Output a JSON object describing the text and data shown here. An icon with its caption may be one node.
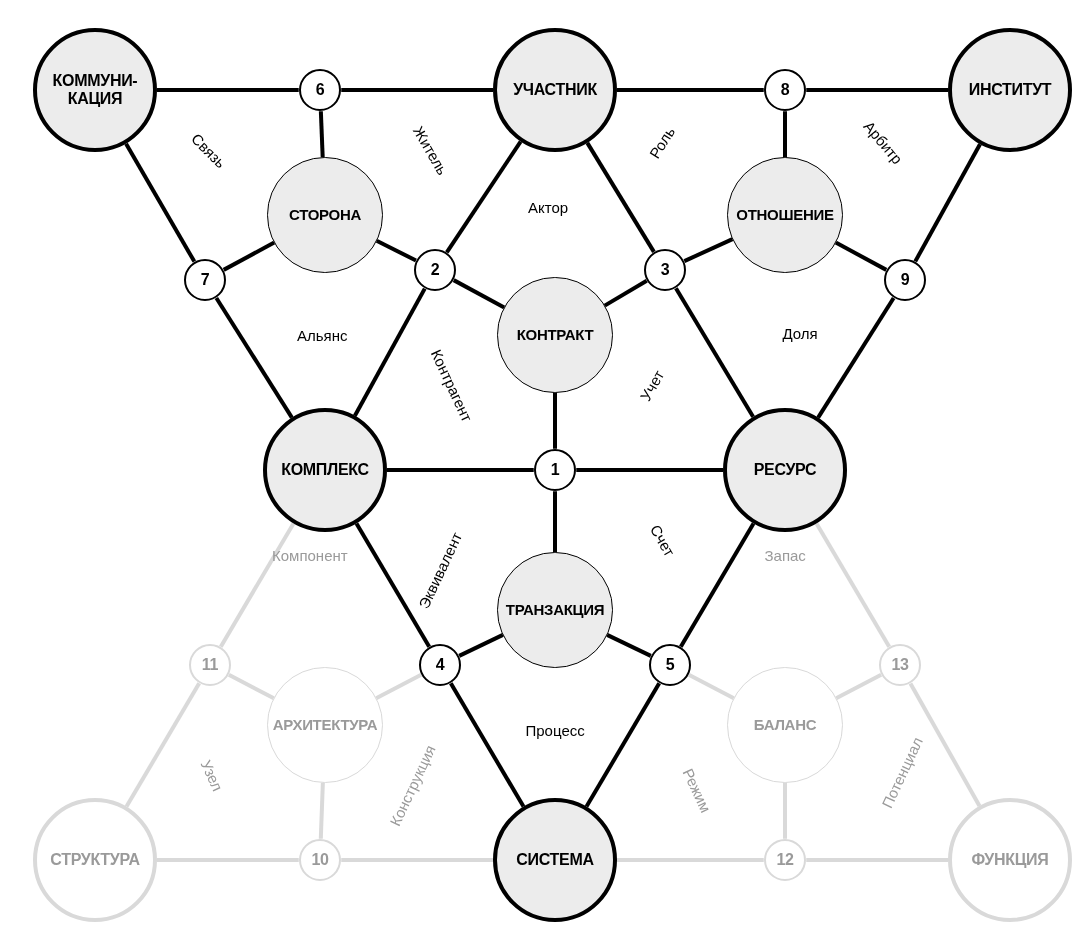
{
  "diagram": {
    "nodes": [
      {
        "text": [
          "КОММУНИ- КАЦИЯ"
        ]
      },
      {
        "text": [
          "6"
        ]
      },
      {
        "text": [
          "УЧАСТНИК"
        ]
      },
      {
        "text": [
          "8"
        ]
      },
      {
        "text": [
          "ИНСТИТУТ"
        ]
      },
      {
        "text": [
          "СТОРОНА"
        ]
      },
      {
        "text": [
          "ОТНОШЕНИЕ"
        ]
      },
      {
        "text": [
          "7"
        ]
      },
      {
        "text": [
          "2"
        ]
      },
      {
        "text": [
          "3"
        ]
      },
      {
        "text": [
          "9"
        ]
      },
      {
        "text": [
          "КОНТРАКТ"
        ]
      },
      {
        "text": [
          "КОМПЛЕКС"
        ]
      },
      {
        "text": [
          "1"
        ]
      },
      {
        "text": [
          "РЕСУРС"
        ]
      },
      {
        "text": [
          "ТРАНЗАКЦИЯ"
        ]
      },
      {
        "text": [
          "11"
        ]
      },
      {
        "text": [
          "4"
        ]
      },
      {
        "text": [
          "5"
        ]
      },
      {
        "text": [
          "13"
        ]
      },
      {
        "text": [
          "АРХИТЕКТУРА"
        ]
      },
      {
        "text": [
          "БАЛАНС"
        ]
      },
      {
        "text": [
          "СТРУКТУРА"
        ]
      },
      {
        "text": [
          "10"
        ]
      },
      {
        "text": [
          "СИСТЕМА"
        ]
      },
      {
        "text": [
          "12"
        ]
      },
      {
        "text": [
          "ФУНКЦИЯ"
        ]
      }
    ],
    "edges": [
      {
        "from": 0,
        "to": 1,
        "arrow": "none"
      },
      {
        "from": 1,
        "to": 2,
        "arrow": "none"
      },
      {
        "from": 2,
        "to": 3,
        "arrow": "none"
      },
      {
        "from": 3,
        "to": 4,
        "arrow": "none"
      },
      {
        "from": 1,
        "to": 5,
        "arrow": "none"
      },
      {
        "from": 3,
        "to": 6,
        "arrow": "none"
      },
      {
        "from": 0,
        "to": 7,
        "arrow": "none"
      },
      {
        "from": 7,
        "to": 12,
        "arrow": "none"
      },
      {
        "from": 7,
        "to": 5,
        "arrow": "none"
      },
      {
        "from": 2,
        "to": 8,
        "arrow": "none"
      },
      {
        "from": 8,
        "to": 12,
        "arrow": "none"
      },
      {
        "from": 5,
        "to": 8,
        "arrow": "none"
      },
      {
        "from": 8,
        "to": 11,
        "arrow": "none"
      },
      {
        "from": 2,
        "to": 9,
        "arrow": "none"
      },
      {
        "from": 9,
        "to": 14,
        "arrow": "none"
      },
      {
        "from": 6,
        "to": 9,
        "arrow": "none"
      },
      {
        "from": 9,
        "to": 11,
        "arrow": "none"
      },
      {
        "from": 4,
        "to": 10,
        "arrow": "none"
      },
      {
        "from": 10,
        "to": 14,
        "arrow": "none"
      },
      {
        "from": 6,
        "to": 10,
        "arrow": "none"
      },
      {
        "from": 12,
        "to": 13,
        "arrow": "none"
      },
      {
        "from": 13,
        "to": 14,
        "arrow": "none"
      },
      {
        "from": 11,
        "to": 13,
        "arrow": "none"
      },
      {
        "from": 13,
        "to": 15,
        "arrow": "none"
      },
      {
        "from": 12,
        "to": 17,
        "arrow": "none"
      },
      {
        "from": 17,
        "to": 24,
        "arrow": "none"
      },
      {
        "from": 15,
        "to": 17,
        "arrow": "none"
      },
      {
        "from": 14,
        "to": 18,
        "arrow": "none"
      },
      {
        "from": 18,
        "to": 24,
        "arrow": "none"
      },
      {
        "from": 15,
        "to": 18,
        "arrow": "none"
      },
      {
        "from": 12,
        "to": 16,
        "arrow": "none",
        "color": "#d9d9d9"
      },
      {
        "from": 16,
        "to": 22,
        "arrow": "none",
        "color": "#d9d9d9"
      },
      {
        "from": 16,
        "to": 20,
        "arrow": "none",
        "color": "#d9d9d9"
      },
      {
        "from": 20,
        "to": 17,
        "arrow": "none",
        "color": "#d9d9d9"
      },
      {
        "from": 20,
        "to": 23,
        "arrow": "none",
        "color": "#d9d9d9"
      },
      {
        "from": 22,
        "to": 23,
        "arrow": "none",
        "color": "#d9d9d9"
      },
      {
        "from": 23,
        "to": 24,
        "arrow": "none",
        "color": "#d9d9d9"
      },
      {
        "from": 14,
        "to": 19,
        "arrow": "none",
        "color": "#d9d9d9"
      },
      {
        "from": 19,
        "to": 26,
        "arrow": "none",
        "color": "#d9d9d9"
      },
      {
        "from": 19,
        "to": 21,
        "arrow": "none",
        "color": "#d9d9d9"
      },
      {
        "from": 21,
        "to": 18,
        "arrow": "none",
        "color": "#d9d9d9"
      },
      {
        "from": 21,
        "to": 25,
        "arrow": "none",
        "color": "#d9d9d9"
      },
      {
        "from": 24,
        "to": 25,
        "arrow": "none",
        "color": "#d9d9d9"
      },
      {
        "from": 25,
        "to": 26,
        "arrow": "none",
        "color": "#d9d9d9"
      }
    ],
    "labels": [
      "Связь",
      "Житель",
      "Роль",
      "Арбитр",
      "Актор",
      "Альянс",
      "Доля",
      "Контрагент",
      "Учет",
      "Счет",
      "Эквивалент",
      "Компонент",
      "Запас",
      "Процесс",
      "Узел",
      "Конструкция",
      "Режим",
      "Потенциал"
    ]
  }
}
